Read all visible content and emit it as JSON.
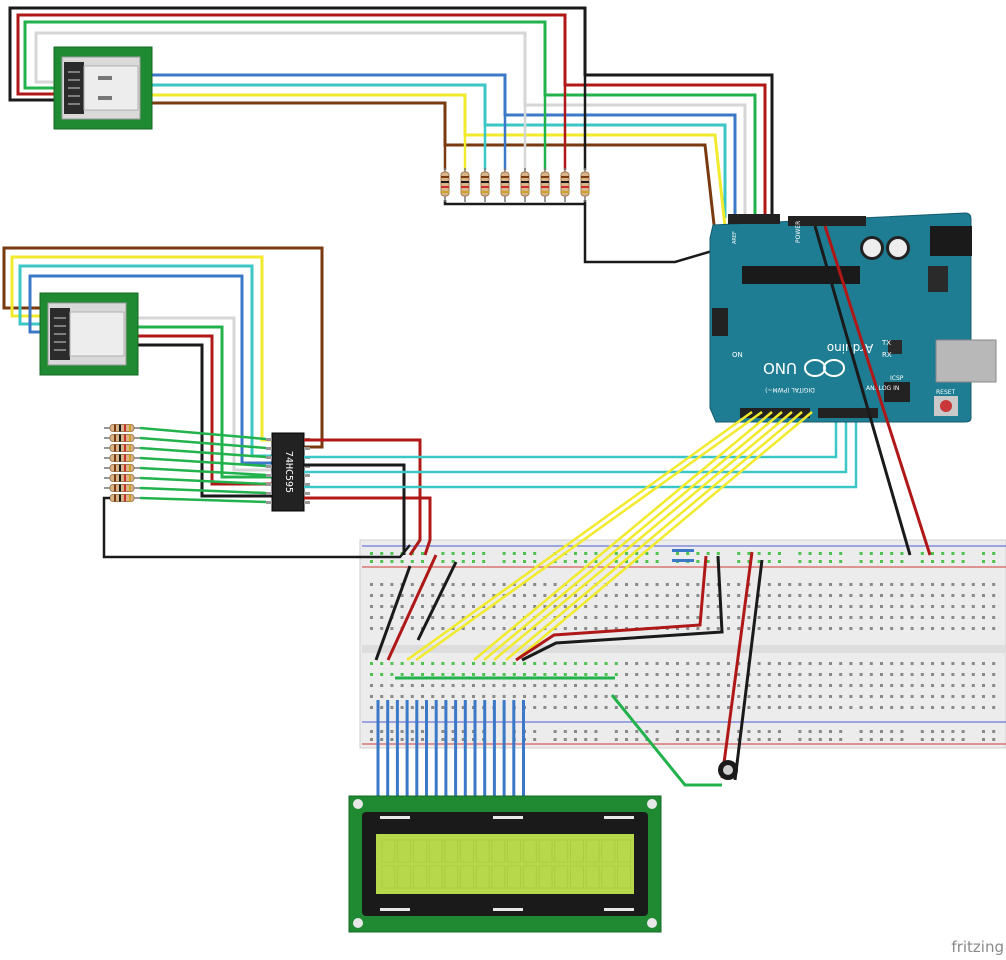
{
  "colors": {
    "wire_black": "#1a1a1a",
    "wire_red": "#b01818",
    "wire_green": "#22b24c",
    "wire_white": "#d6d6d6",
    "wire_blue": "#3b78c8",
    "wire_cyan": "#3cc7c7",
    "wire_yellow": "#f2ea2c",
    "wire_brown": "#7a3a10",
    "pcb_green": "#1f8a32",
    "arduino_blue": "#1e7d93",
    "lcd_screen": "#b7d84a",
    "breadboard": "#ececec"
  },
  "ic": {
    "label": "74HC595"
  },
  "arduino": {
    "brand": "Arduino",
    "model": "UNO",
    "digital_label": "DIGITAL (PWM~)",
    "analog_label": "ANALOG IN",
    "power_label": "POWER",
    "tx_label": "TX",
    "rx_label": "RX",
    "on_label": "ON",
    "icsp_label": "ICSP",
    "reset_label": "RESET",
    "aref_label": "AREF"
  },
  "branding": {
    "text": "fritzing"
  }
}
